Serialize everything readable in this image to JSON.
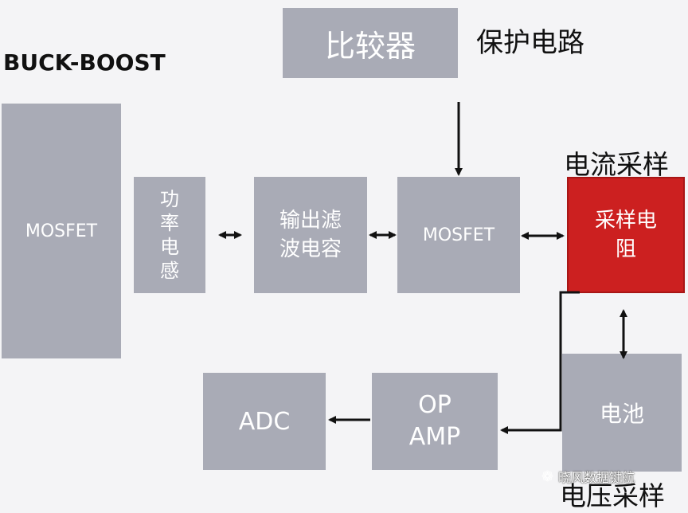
{
  "title": "BUCK-BOOST",
  "labels": {
    "protection_circuit": "保护电路",
    "current_sampling": "电流采样",
    "voltage_sampling": "电压采样"
  },
  "blocks": {
    "mosfet_left": "MOSFET",
    "power_inductor": "功\n率\n电\n感",
    "output_filter_cap": "输出滤\n波电容",
    "comparator": "比较器",
    "mosfet_center": "MOSFET",
    "sampling_resistor": "采样电\n阻",
    "adc": "ADC",
    "op_amp": "OP\nAMP",
    "battery": "电池"
  },
  "watermark": "晓风数据键航",
  "colors": {
    "background": "#f4f4f6",
    "block_fill": "#a9abb6",
    "highlight_fill": "#cc2020",
    "wire": "#111111",
    "text_on_block": "#ffffff"
  }
}
